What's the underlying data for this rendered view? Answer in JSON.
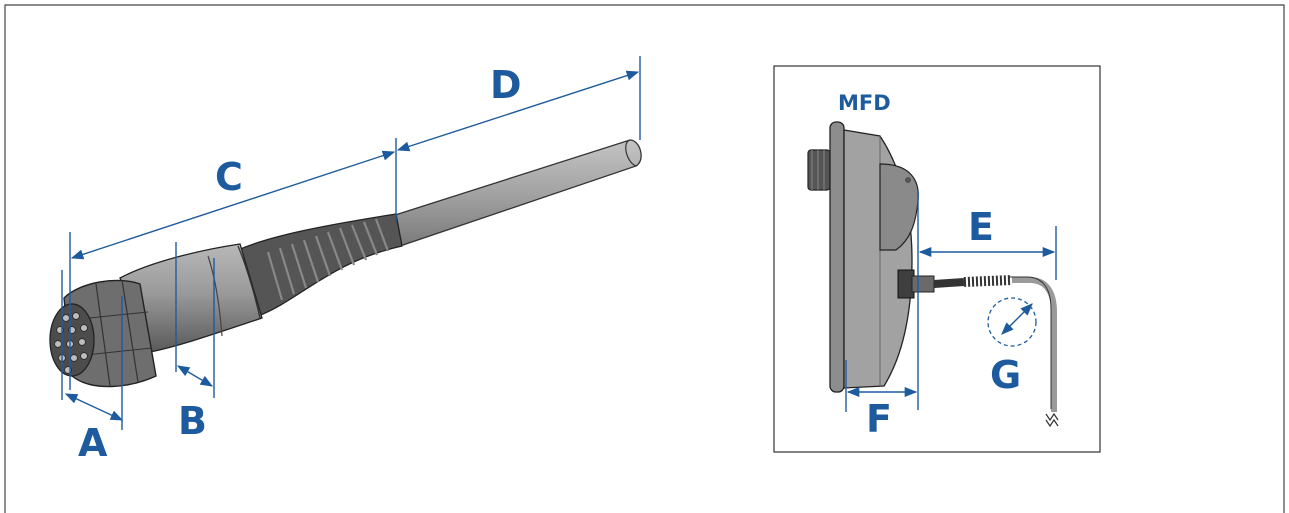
{
  "labels": {
    "A": "A",
    "B": "B",
    "C": "C",
    "D": "D",
    "E": "E",
    "F": "F",
    "G": "G",
    "mfd": "MFD"
  },
  "colors": {
    "accent": "#1e5b9e",
    "cable": "#a8a8a8",
    "cable_dark": "#5f5f5f",
    "device": "#9b9b9b",
    "frame": "#333333"
  }
}
